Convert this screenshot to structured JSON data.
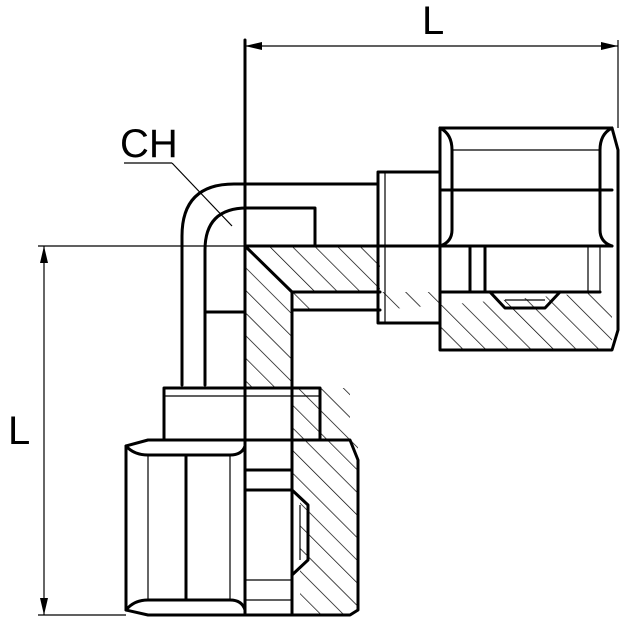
{
  "labels": {
    "dimension_horizontal": "L",
    "dimension_vertical": "L",
    "wrench_flat": "CH"
  }
}
